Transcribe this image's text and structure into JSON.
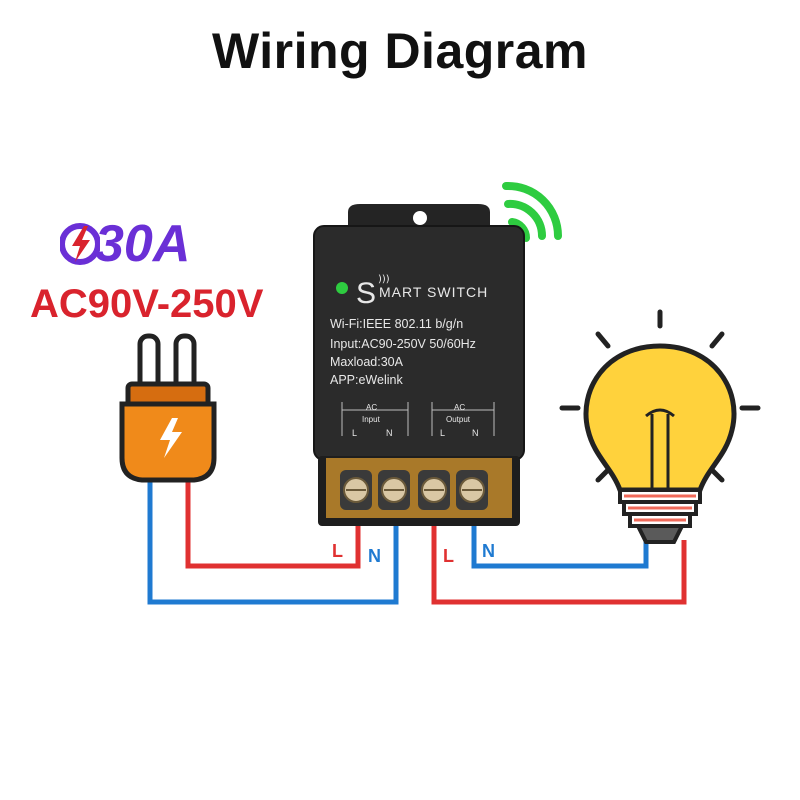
{
  "title": "Wiring Diagram",
  "rating": "30A",
  "voltage_range": "AC90V-250V",
  "device": {
    "logo_letter": "S",
    "name": "MART SWITCH",
    "specs": [
      "Wi-Fi:IEEE 802.11 b/g/n",
      "Input:AC90-250V 50/60Hz",
      "Maxload:30A",
      "APP:eWelink"
    ],
    "input_block": {
      "label_top": "AC",
      "label_bottom": "Input",
      "l": "L",
      "n": "N"
    },
    "output_block": {
      "label_top": "AC",
      "label_bottom": "Output",
      "l": "L",
      "n": "N"
    }
  },
  "wire_labels": {
    "input_l": "L",
    "input_n": "N",
    "output_l": "L",
    "output_n": "N"
  },
  "colors": {
    "live_wire": "#e03131",
    "neutral_wire": "#1f7ad1",
    "wifi": "#2ecc40",
    "plug": "#f08a1a",
    "bulb": "#ffd23c",
    "device_body": "#2b2b2b",
    "rating_purple": "#6a2fd6",
    "voltage_red": "#d9232d"
  },
  "icons": [
    "plug-icon",
    "lightning-icon",
    "wifi-signal-icon",
    "light-bulb-icon",
    "smart-switch-device"
  ]
}
